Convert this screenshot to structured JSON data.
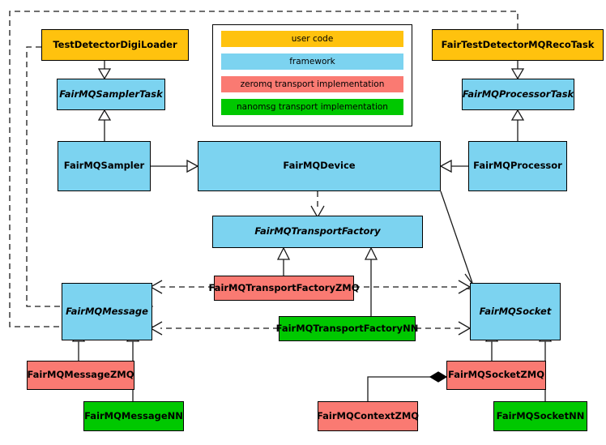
{
  "diagram": {
    "title": "FairMQ class diagram",
    "type": "uml-class-diagram"
  },
  "legend": {
    "name": "color-legend",
    "items": [
      {
        "label": "user code",
        "color": "#FFC20E",
        "key": "user"
      },
      {
        "label": "framework",
        "color": "#7CD3F0",
        "key": "framework"
      },
      {
        "label": "zeromq transport implementation",
        "color": "#FA7A72",
        "key": "zmq"
      },
      {
        "label": "nanomsg transport implementation",
        "color": "#00C800",
        "key": "nn"
      }
    ]
  },
  "nodes": {
    "test_detector_digi_loader": {
      "label": "TestDetectorDigiLoader",
      "category": "user",
      "abstract": false
    },
    "fairmq_sampler_task": {
      "label": "FairMQSamplerTask",
      "category": "framework",
      "abstract": true
    },
    "fairmq_sampler": {
      "label": "FairMQSampler",
      "category": "framework",
      "abstract": false
    },
    "fairmq_device": {
      "label": "FairMQDevice",
      "category": "framework",
      "abstract": false
    },
    "fairmq_processor": {
      "label": "FairMQProcessor",
      "category": "framework",
      "abstract": false
    },
    "fairmq_processor_task": {
      "label": "FairMQProcessorTask",
      "category": "framework",
      "abstract": true
    },
    "fair_test_detector_mq_reco_task": {
      "label": "FairTestDetectorMQRecoTask",
      "category": "user",
      "abstract": false
    },
    "fairmq_transport_factory": {
      "label": "FairMQTransportFactory",
      "category": "framework",
      "abstract": true
    },
    "fairmq_transport_factory_zmq": {
      "label": "FairMQTransportFactoryZMQ",
      "category": "zmq",
      "abstract": false
    },
    "fairmq_transport_factory_nn": {
      "label": "FairMQTransportFactoryNN",
      "category": "nn",
      "abstract": false
    },
    "fairmq_message": {
      "label": "FairMQMessage",
      "category": "framework",
      "abstract": true
    },
    "fairmq_socket": {
      "label": "FairMQSocket",
      "category": "framework",
      "abstract": true
    },
    "fairmq_message_zmq": {
      "label": "FairMQMessageZMQ",
      "category": "zmq",
      "abstract": false
    },
    "fairmq_message_nn": {
      "label": "FairMQMessageNN",
      "category": "nn",
      "abstract": false
    },
    "fairmq_socket_zmq": {
      "label": "FairMQSocketZMQ",
      "category": "zmq",
      "abstract": false
    },
    "fairmq_socket_nn": {
      "label": "FairMQSocketNN",
      "category": "nn",
      "abstract": false
    },
    "fairmq_context_zmq": {
      "label": "FairMQContextZMQ",
      "category": "zmq",
      "abstract": false
    }
  },
  "colors": {
    "user": "#FFC20E",
    "framework": "#7CD3F0",
    "zmq": "#FA7A72",
    "nn": "#00C800",
    "line": "#1a1a1a",
    "background": "#ffffff"
  }
}
